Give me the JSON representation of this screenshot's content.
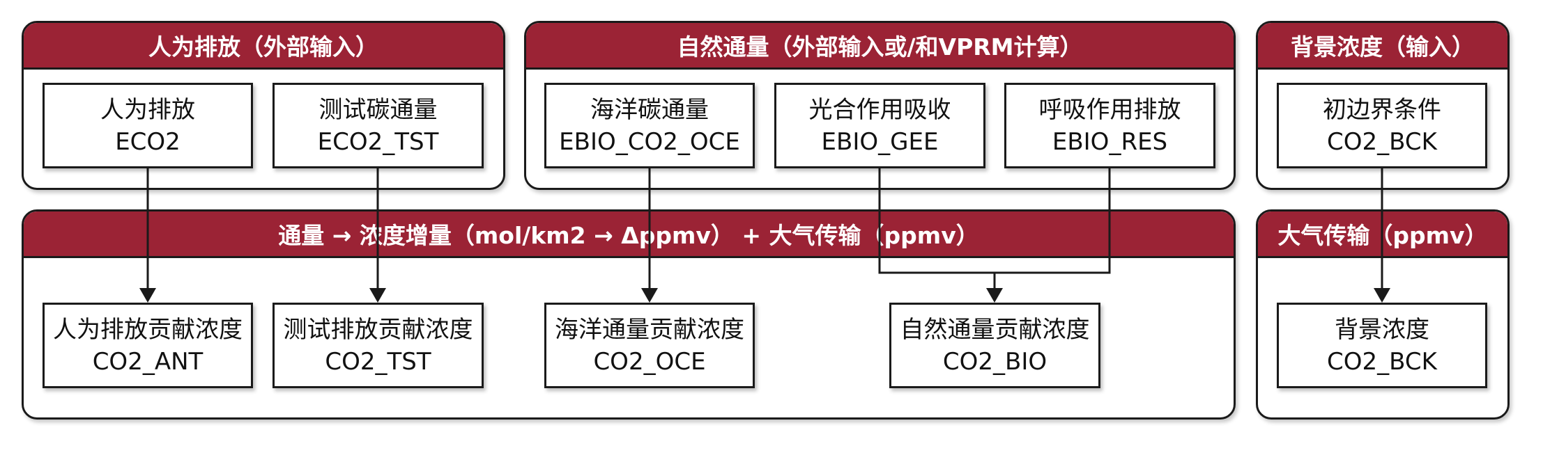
{
  "colors": {
    "header": "#9b2335",
    "border": "#1a1a1a",
    "line": "#1a1a1a"
  },
  "groups": {
    "anthropogenic": {
      "title": "人为排放（外部输入）"
    },
    "natural": {
      "title": "自然通量（外部输入或/和VPRM计算）"
    },
    "background": {
      "title": "背景浓度（输入）"
    },
    "conversion": {
      "title": "通量 → 浓度增量（mol/km2 → Δppmv） + 大气传输（ppmv）"
    },
    "transport": {
      "title": "大气传输（ppmv）"
    }
  },
  "inputs": {
    "eco2": {
      "name": "人为排放",
      "var": "ECO2"
    },
    "eco2_tst": {
      "name": "测试碳通量",
      "var": "ECO2_TST"
    },
    "ebio_oce": {
      "name": "海洋碳通量",
      "var": "EBIO_CO2_OCE"
    },
    "ebio_gee": {
      "name": "光合作用吸收",
      "var": "EBIO_GEE"
    },
    "ebio_res": {
      "name": "呼吸作用排放",
      "var": "EBIO_RES"
    },
    "bck_init": {
      "name": "初边界条件",
      "var": "CO2_BCK"
    }
  },
  "outputs": {
    "co2_ant": {
      "name": "人为排放贡献浓度",
      "var": "CO2_ANT"
    },
    "co2_tst": {
      "name": "测试排放贡献浓度",
      "var": "CO2_TST"
    },
    "co2_oce": {
      "name": "海洋通量贡献浓度",
      "var": "CO2_OCE"
    },
    "co2_bio": {
      "name": "自然通量贡献浓度",
      "var": "CO2_BIO"
    },
    "co2_bck": {
      "name": "背景浓度",
      "var": "CO2_BCK"
    }
  }
}
